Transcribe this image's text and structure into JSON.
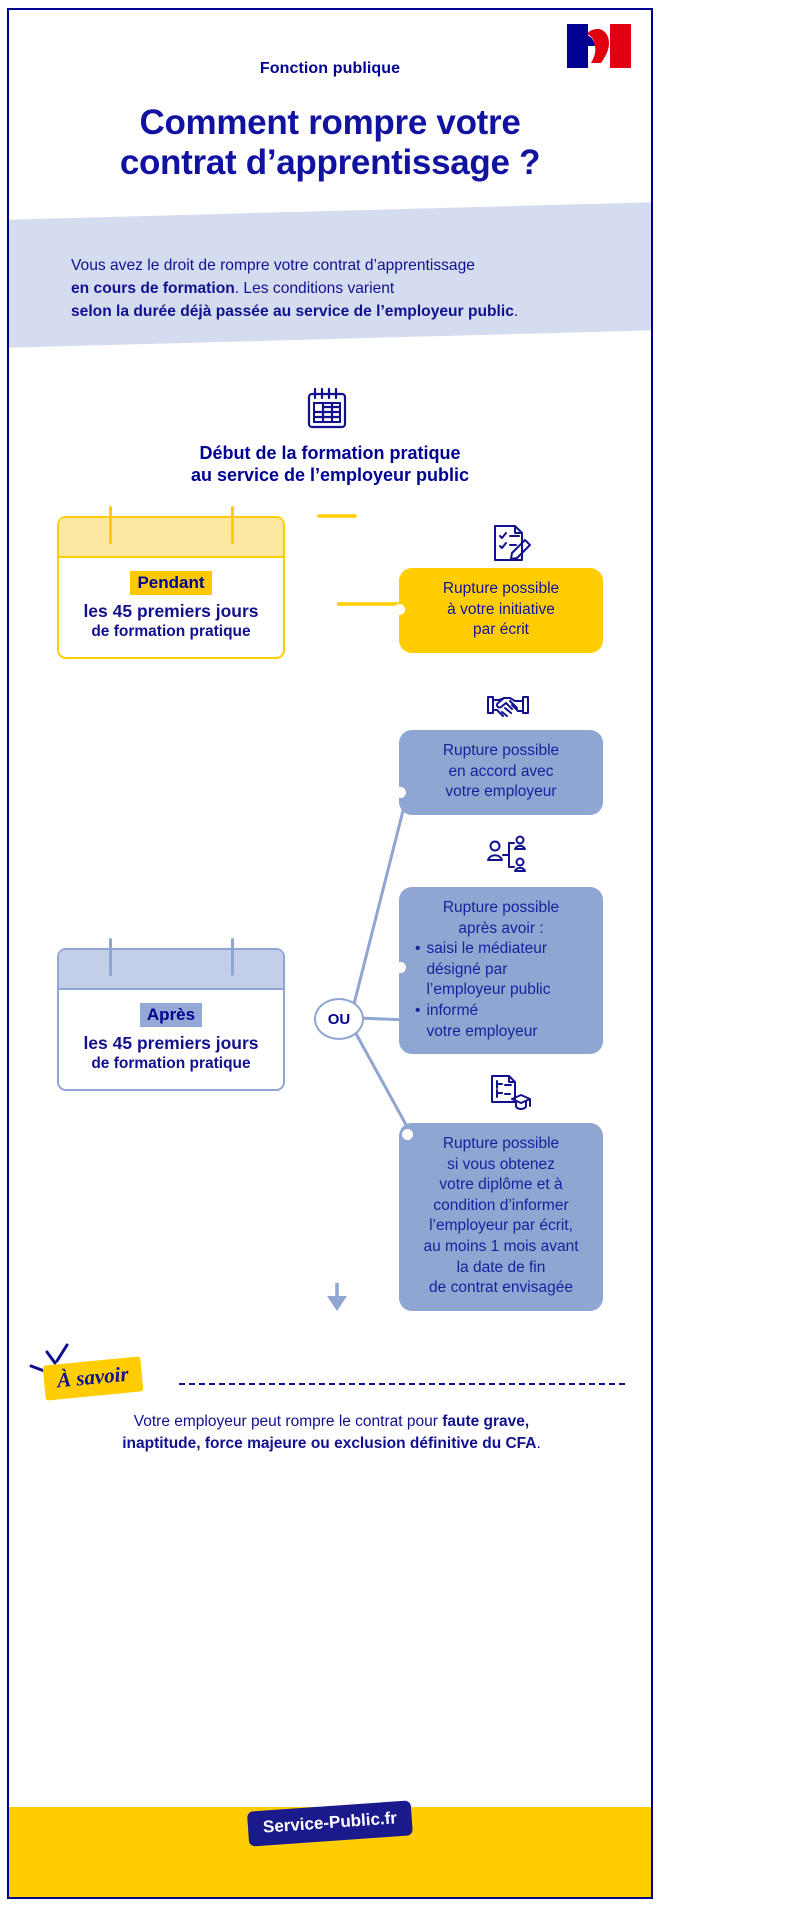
{
  "header": {
    "flag_alt": "french-republic-marianne-logo",
    "kicker": "Fonction publique",
    "title_line1": "Comment rompre votre",
    "title_line2": "contrat d’apprentissage ?"
  },
  "intro": {
    "line1": "Vous avez le droit de rompre votre contrat d’apprentissage",
    "line2_bold": "en cours de formation",
    "line2_rest": ". Les conditions varient",
    "line3_bold": "selon la durée déjà passée au service de l’employeur public",
    "line3_rest": "."
  },
  "diagram": {
    "start_icon": "calendar-icon",
    "start_label_line1": "Début de la formation pratique",
    "start_label_line2": "au service de l’employeur public",
    "or_node": "OU",
    "periods": [
      {
        "id": "pendant",
        "chip": "Pendant",
        "line1": "les 45 premiers jours",
        "line2": "de formation pratique",
        "accent": "#FFCD00"
      },
      {
        "id": "apres",
        "chip": "Après",
        "line1": "les 45 premiers jours",
        "line2": "de formation pratique",
        "accent": "#8FA5D2"
      }
    ],
    "options": [
      {
        "id": "initiative",
        "icon": "checklist-pencil-icon",
        "color": "#FFCD00",
        "lines": [
          "Rupture possible",
          "à votre initiative",
          "par écrit"
        ]
      },
      {
        "id": "accord",
        "icon": "handshake-icon",
        "color": "#8FA5D2",
        "lines": [
          "Rupture possible",
          "en accord avec",
          "votre employeur"
        ]
      },
      {
        "id": "mediateur",
        "icon": "mediation-people-icon",
        "color": "#8FA5D2",
        "intro_lines": [
          "Rupture possible",
          "après avoir :"
        ],
        "bullets": [
          "saisi le médiateur\ndésigné par\nl’employeur public",
          "informé\nvotre employeur"
        ]
      },
      {
        "id": "diplome",
        "icon": "diploma-graduation-icon",
        "color": "#8FA5D2",
        "lines": [
          "Rupture possible",
          "si vous obtenez",
          "votre diplôme et à",
          "condition d’informer",
          "l’employeur par écrit,",
          "au moins 1 mois avant",
          "la date de fin",
          "de contrat envisagée"
        ]
      }
    ]
  },
  "savoir": {
    "tag": "À savoir",
    "text_part1": "Votre employeur peut rompre le contrat pour ",
    "text_bold1": "faute grave,",
    "text_bold2": "inaptitude, force majeure ou exclusion définitive du CFA",
    "text_end": "."
  },
  "footer": {
    "logo": "Service-Public.fr",
    "band_color": "#FFCD00"
  },
  "colors": {
    "brand_blue": "#000091",
    "text_blue": "#11118f",
    "yellow": "#FFCD00",
    "light_blue": "#8FA5D2",
    "banner_blue": "#D5DCEF",
    "red": "#E1000F"
  }
}
